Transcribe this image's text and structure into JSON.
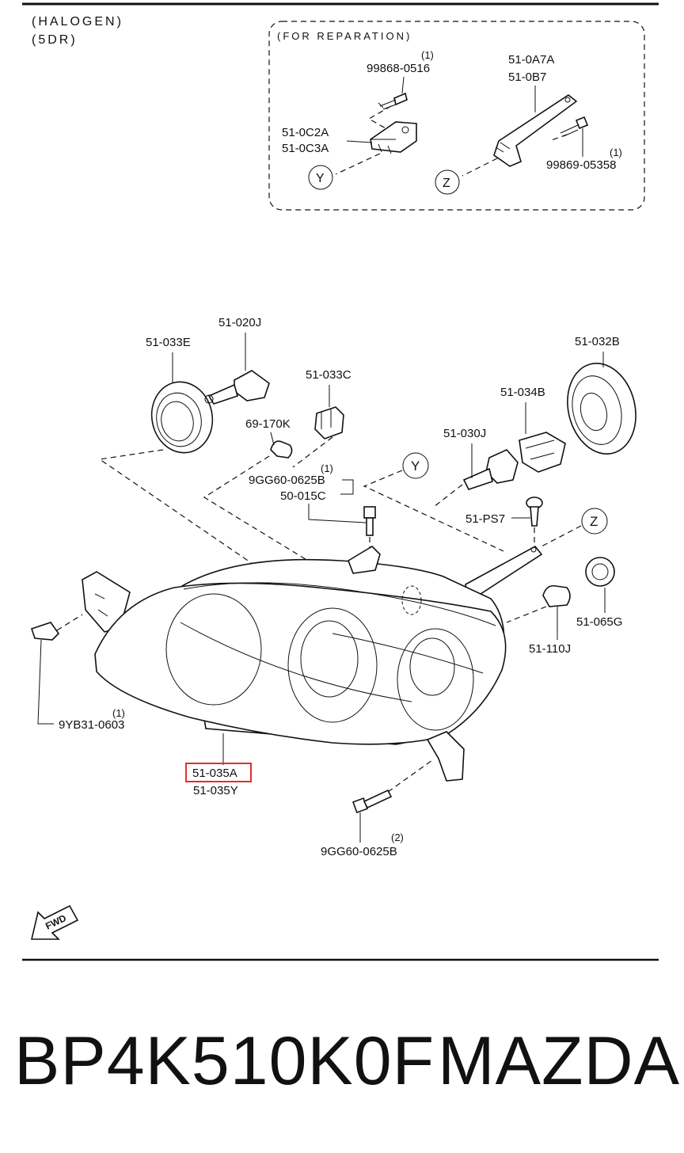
{
  "header": {
    "variant_line1": "(HALOGEN)",
    "variant_line2": "(5DR)"
  },
  "inset": {
    "title": "(FOR REPARATION)",
    "labels": {
      "screw_qty": "(1)",
      "screw": "99868-0516",
      "bracket_a": "51-0C2A",
      "bracket_b": "51-0C3A",
      "stay_a": "51-0A7A",
      "stay_b": "51-0B7",
      "bolt_qty": "(1)",
      "bolt": "99869-05358"
    },
    "callout_y": "Y",
    "callout_z": "Z"
  },
  "parts": {
    "p_020j": "51-020J",
    "p_033e": "51-033E",
    "p_033c": "51-033C",
    "p_170k": "69-170K",
    "p_032b": "51-032B",
    "p_034b": "51-034B",
    "p_030j": "51-030J",
    "bolt_qty": "(1)",
    "bolt_top": "9GG60-0625B",
    "p_015c": "50-015C",
    "p_ps7": "51-PS7",
    "p_065g": "51-065G",
    "p_110j": "51-110J",
    "clip_qty": "(1)",
    "clip": "9YB31-0603",
    "lamp_left": "51-035A",
    "lamp_right": "51-035Y",
    "bolt_bottom_qty": "(2)",
    "bolt_bottom": "9GG60-0625B",
    "callout_y": "Y",
    "callout_z": "Z",
    "fwd": "FWD"
  },
  "footer": {
    "part_number": "BP4K510K0F",
    "brand": "MAZDA"
  },
  "colors": {
    "highlight": "#e0312b",
    "ink": "#111111"
  }
}
